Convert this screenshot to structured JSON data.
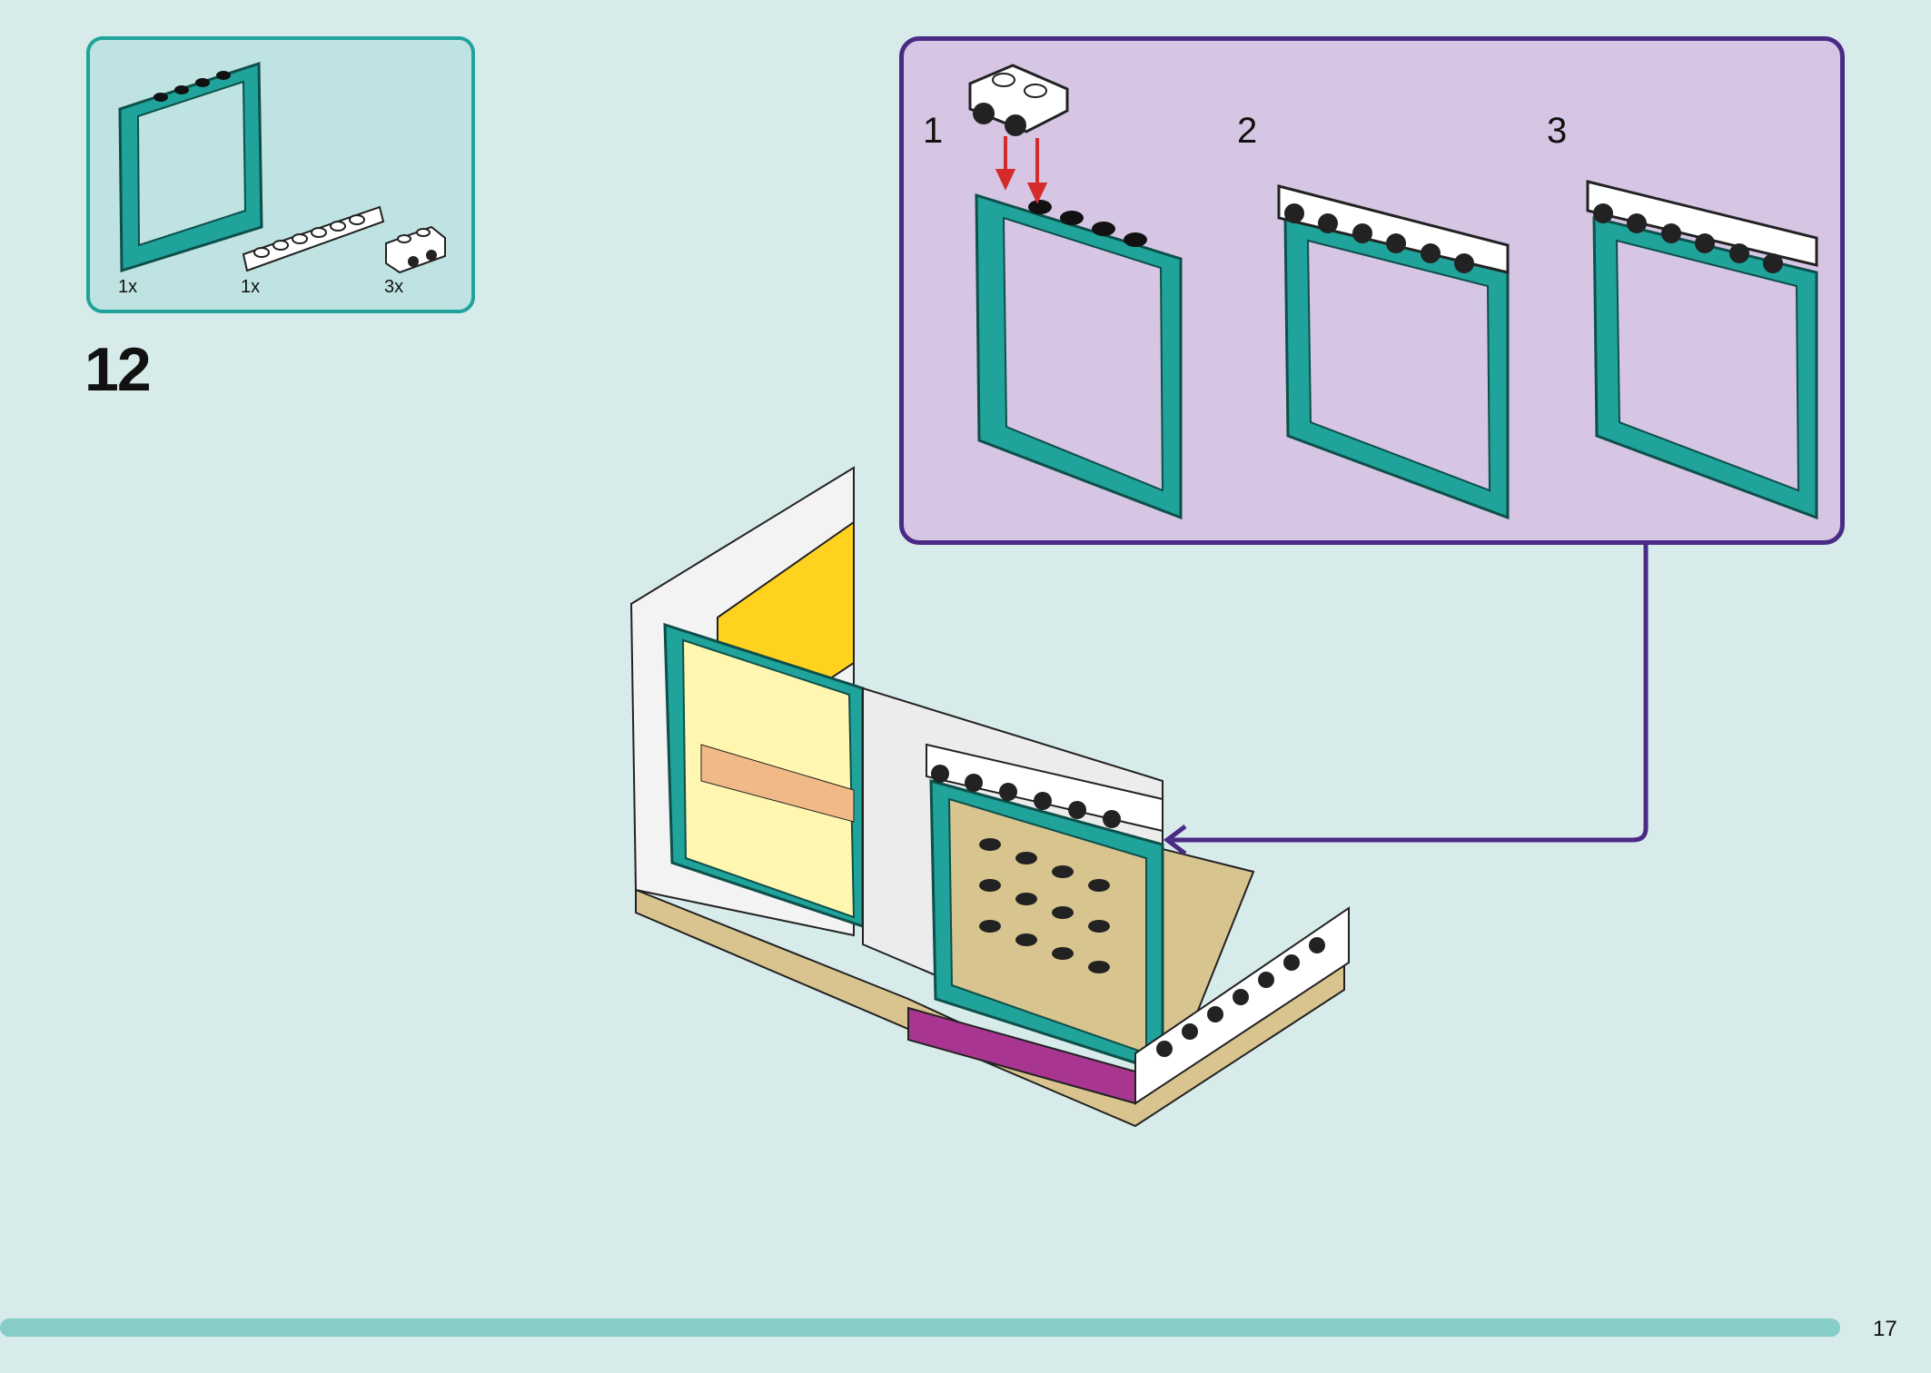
{
  "step": {
    "number": "12"
  },
  "parts": [
    {
      "name": "frame",
      "qty": "1x"
    },
    {
      "name": "plate",
      "qty": "1x"
    },
    {
      "name": "bracket",
      "qty": "3x"
    }
  ],
  "substeps": [
    "1",
    "2",
    "3"
  ],
  "page": {
    "number": "17"
  },
  "colors": {
    "background": "#d6ebea",
    "teal": "#1fa39a",
    "callout_border": "#4b2a86",
    "callout_fill": "#d6c6e4",
    "arrow_red": "#d62b2b",
    "progress": "#86ccc7"
  }
}
